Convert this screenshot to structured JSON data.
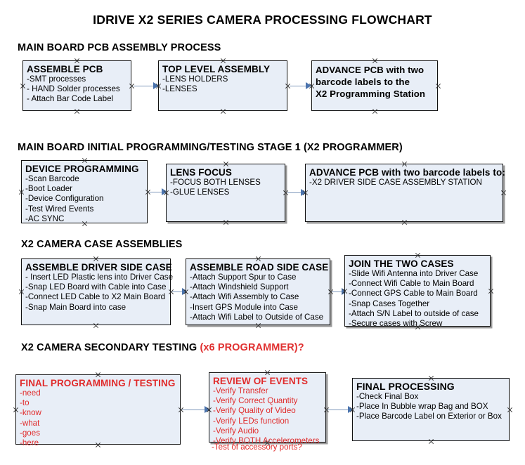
{
  "title": "IDRIVE X2  SERIES CAMERA PROCESSING FLOWCHART",
  "sections": [
    {
      "id": "s1",
      "label": "MAIN BOARD PCB ASSEMBLY PROCESS",
      "accent": ""
    },
    {
      "id": "s2",
      "label": "MAIN BOARD INITIAL PROGRAMMING/TESTING STAGE 1 (X2 PROGRAMMER)",
      "accent": ""
    },
    {
      "id": "s3",
      "label": "X2 CAMERA CASE ASSEMBLIES",
      "accent": ""
    },
    {
      "id": "s4",
      "label": "X2 CAMERA SECONDARY TESTING",
      "accent": "(x6 PROGRAMMER)?"
    }
  ],
  "nodes": [
    {
      "id": "n1",
      "title": "ASSEMBLE PCB",
      "lines": [
        "-SMT processes",
        "- HAND Solder processes",
        "- Attach Bar Code Label"
      ]
    },
    {
      "id": "n2",
      "title": "TOP LEVEL ASSEMBLY",
      "lines": [
        "-LENS HOLDERS",
        "-LENSES"
      ]
    },
    {
      "id": "n3",
      "title": "ADVANCE PCB with two\nbarcode labels to the\n X2 Programming Station",
      "lines": []
    },
    {
      "id": "n4",
      "title": "DEVICE PROGRAMMING",
      "lines": [
        "-Scan Barcode",
        "-Boot Loader",
        "-Device Configuration",
        "-Test Wired Events",
        "-AC SYNC"
      ]
    },
    {
      "id": "n5",
      "title": "LENS FOCUS",
      "lines": [
        "-FOCUS BOTH LENSES",
        "-GLUE LENSES"
      ]
    },
    {
      "id": "n6",
      "title": "ADVANCE PCB with two barcode labels to:",
      "lines": [
        "-X2 DRIVER  SIDE  CASE  ASSEMBLY STATION"
      ]
    },
    {
      "id": "n7",
      "title": "ASSEMBLE DRIVER SIDE CASE",
      "lines": [
        "- Insert LED Plastic lens into Driver Case",
        "-Snap LED Board with Cable into Case",
        "-Connect LED Cable to X2 Main Board",
        "-Snap Main Board into case"
      ]
    },
    {
      "id": "n8",
      "title": "ASSEMBLE ROAD SIDE CASE",
      "lines": [
        "-Attach Support Spur to Case",
        "-Attach Windshield Support",
        "-Attach Wifi Assembly to Case",
        "-Insert GPS Module into Case",
        "-Attach Wifi Label to Outside of Case"
      ]
    },
    {
      "id": "n9",
      "title": "JOIN THE TWO CASES",
      "lines": [
        "-Slide Wifi Antenna into Driver Case",
        "-Connect Wifi Cable to Main Board",
        "-Connect GPS Cable to Main Board",
        "-Snap Cases Together",
        "-Attach S/N Label to outside of case",
        "-Secure cases with Screw"
      ]
    },
    {
      "id": "n10",
      "title": "FINAL PROGRAMMING / TESTING",
      "lines": [
        "-need",
        "-to",
        "-know",
        "-what",
        "-goes",
        "-here"
      ]
    },
    {
      "id": "n11",
      "title": "REVIEW OF EVENTS",
      "lines": [
        "-Verify Transfer",
        "-Verify Correct Quantity",
        "-Verify Quality of Video",
        "-Verify LEDs function",
        "-Verify Audio",
        "-Verify BOTH Accelerometers"
      ],
      "overflow_line": "-Test of accessory ports?"
    },
    {
      "id": "n12",
      "title": "FINAL PROCESSING",
      "lines": [
        " -Check Final Box",
        "-Place In Bubble wrap Bag and BOX",
        "-Place Barcode Label on Exterior or Box"
      ]
    }
  ],
  "colors": {
    "node_fill": "#e8eef7",
    "node_border": "#111111",
    "connector": "#7f99bb",
    "arrow_head": "#4a73ad",
    "red_text": "#e02b2b",
    "background": "#ffffff"
  }
}
